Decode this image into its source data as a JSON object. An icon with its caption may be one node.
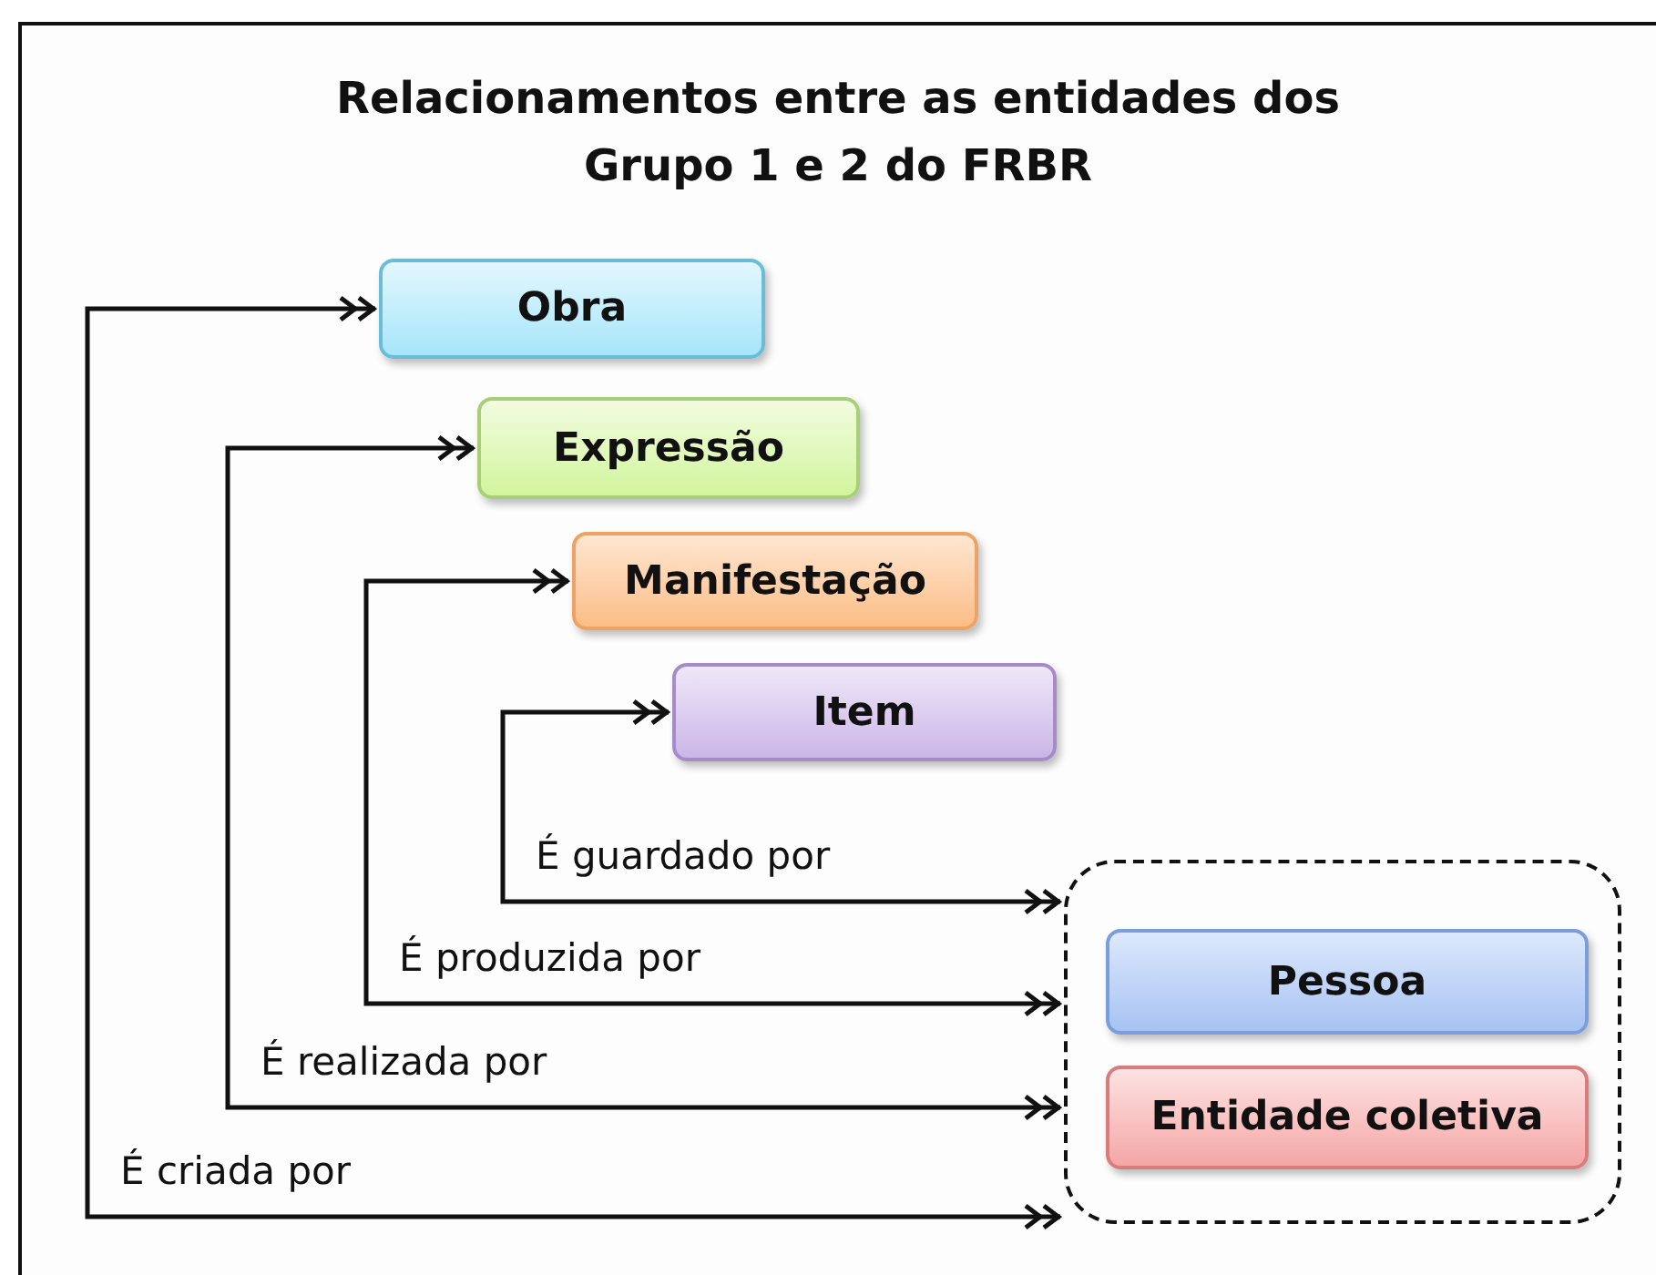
{
  "diagram": {
    "title": "Relacionamentos entre as entidades dos Grupo 1 e 2 do FRBR",
    "nodes": [
      {
        "text": [
          "Obra"
        ]
      },
      {
        "text": [
          "Expressão"
        ]
      },
      {
        "text": [
          "Manifestação"
        ]
      },
      {
        "text": [
          "Item"
        ]
      },
      {
        "text": [],
        "shape": "box"
      },
      {
        "text": [
          "Pessoa"
        ],
        "in": 4
      },
      {
        "text": [
          "Entidade coletiva"
        ],
        "in": 4
      }
    ],
    "edges": [
      {
        "from": 3,
        "to": 4,
        "arrow": "both",
        "label": "É guardado por"
      },
      {
        "from": 2,
        "to": 4,
        "arrow": "both",
        "label": "É produzida por"
      },
      {
        "from": 1,
        "to": 4,
        "arrow": "both",
        "label": "É realizada por"
      },
      {
        "from": 0,
        "to": 4,
        "arrow": "both",
        "label": "É criada por"
      }
    ]
  }
}
